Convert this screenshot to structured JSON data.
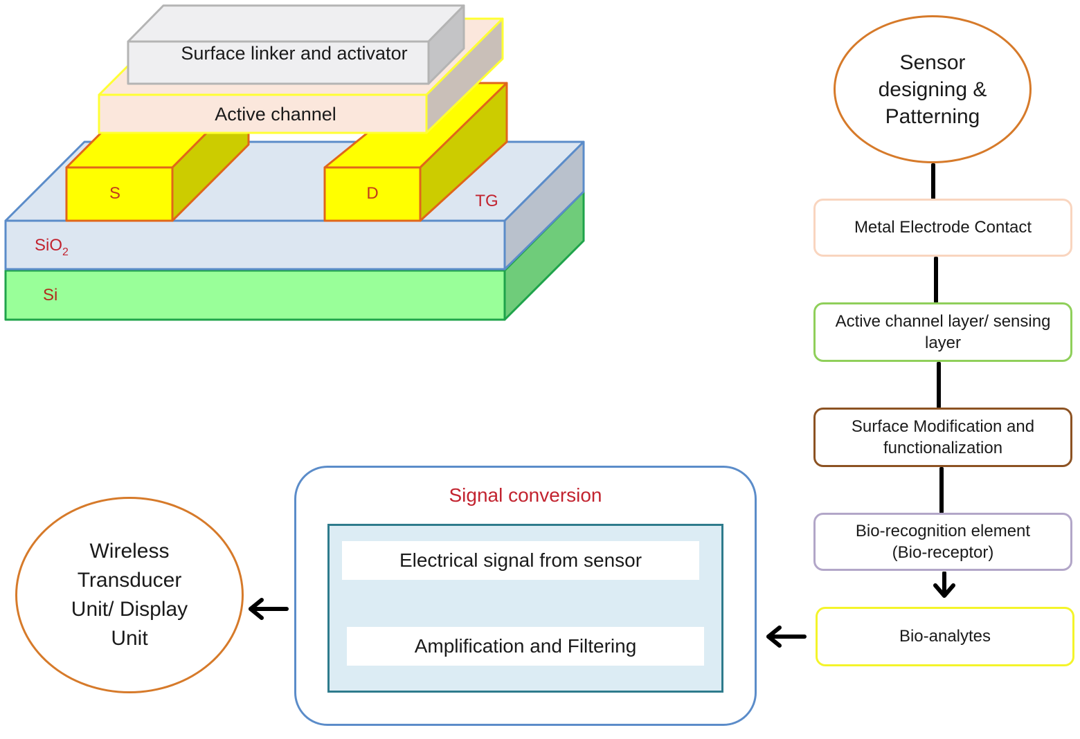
{
  "device": {
    "layers": {
      "surface_linker": "Surface linker and activator",
      "active_channel": "Active channel",
      "source": "S",
      "drain": "D",
      "top_gate": "TG",
      "oxide_main": "SiO",
      "oxide_sub": "2",
      "substrate": "Si"
    },
    "colors": {
      "linker_fill": "#efeff1",
      "linker_border": "#b4b4b4",
      "channel_fill": "#fbe7dc",
      "channel_border": "#ffff33",
      "electrode_fill": "#ffff00",
      "electrode_side": "#cccc00",
      "electrode_border": "#e0661a",
      "oxide_fill": "#dce6f1",
      "oxide_side": "#b9c1cc",
      "oxide_border": "#5b8cc9",
      "si_fill": "#99ff99",
      "si_side": "#6fcc7a",
      "si_border": "#1fa34a",
      "label_red": "#c2232f"
    }
  },
  "flow": {
    "start": "Sensor designing & Patterning",
    "steps": [
      {
        "label": "Metal Electrode Contact",
        "border": "#f9d5bf"
      },
      {
        "label": "Active channel layer/ sensing layer",
        "border": "#8fcf5a"
      },
      {
        "label": "Surface Modification and functionalization",
        "border": "#8c5222"
      },
      {
        "label": "Bio-recognition element (Bio-receptor)",
        "border": "#b2a6c8"
      },
      {
        "label": "Bio-analytes",
        "border": "#f4f42a"
      }
    ]
  },
  "signal": {
    "title": "Signal conversion",
    "steps": [
      "Electrical signal from sensor",
      "Amplification and Filtering"
    ]
  },
  "output": {
    "label": "Wireless Transducer Unit/ Display Unit"
  }
}
